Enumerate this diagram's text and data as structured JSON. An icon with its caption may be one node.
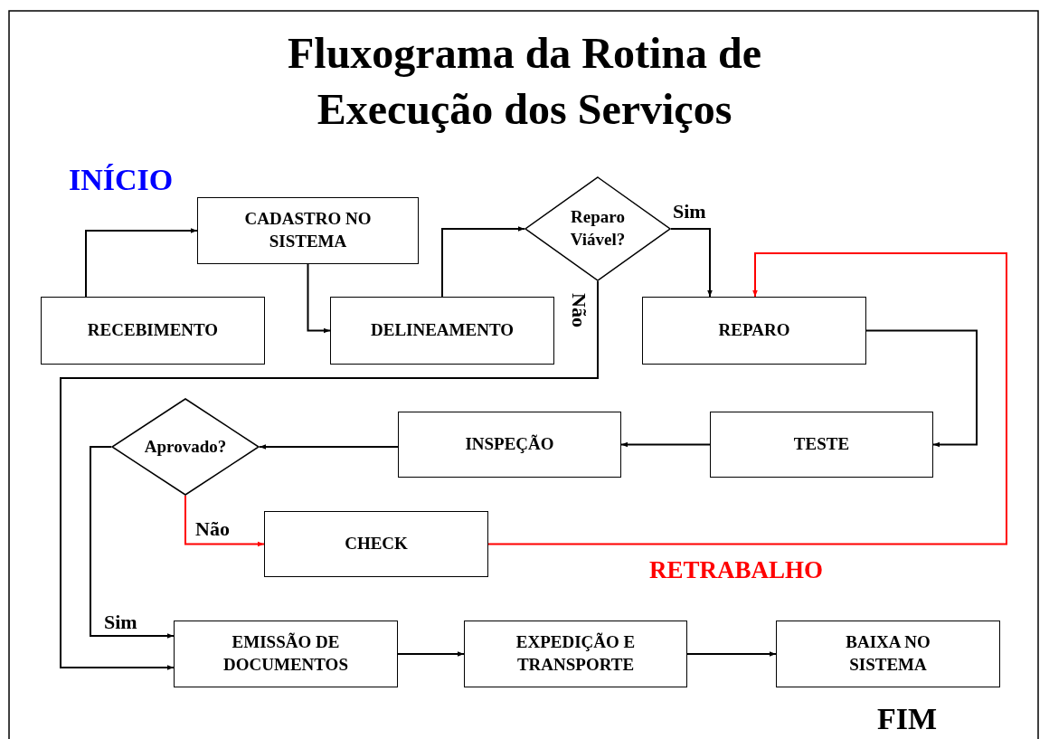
{
  "diagram": {
    "title": "Fluxograma da Rotina de Execução dos Serviços",
    "nodes": [
      {
        "text": [
          "RECEBIMENTO"
        ]
      },
      {
        "text": [
          "CADASTRO NO SISTEMA"
        ]
      },
      {
        "text": [
          "DELINEAMENTO"
        ]
      },
      {
        "text": [
          "Reparo Viável?"
        ]
      },
      {
        "text": [
          "REPARO"
        ]
      },
      {
        "text": [
          "TESTE"
        ]
      },
      {
        "text": [
          "INSPEÇÃO"
        ]
      },
      {
        "text": [
          "Aprovado?"
        ]
      },
      {
        "text": [
          "CHECK"
        ]
      },
      {
        "text": [
          "EMISSÃO DE DOCUMENTOS"
        ]
      },
      {
        "text": [
          "EXPEDIÇÃO E TRANSPORTE"
        ]
      },
      {
        "text": [
          "BAIXA NO SISTEMA"
        ]
      }
    ],
    "edges": [
      {
        "from": 0,
        "to": 1,
        "arrow": "to"
      },
      {
        "from": 1,
        "to": 2,
        "arrow": "to"
      },
      {
        "from": 2,
        "to": 3,
        "arrow": "to"
      },
      {
        "from": 3,
        "to": 4,
        "arrow": "to",
        "label": "Sim"
      },
      {
        "from": 3,
        "to": 9,
        "arrow": "to",
        "label": "Não"
      },
      {
        "from": 4,
        "to": 5,
        "arrow": "to"
      },
      {
        "from": 5,
        "to": 6,
        "arrow": "to"
      },
      {
        "from": 6,
        "to": 7,
        "arrow": "to"
      },
      {
        "from": 7,
        "to": 8,
        "arrow": "to",
        "label": "Não",
        "color": "#ff0000"
      },
      {
        "from": 7,
        "to": 9,
        "arrow": "to",
        "label": "Sim"
      },
      {
        "from": 8,
        "to": 4,
        "arrow": "to",
        "color": "#ff0000"
      },
      {
        "from": 9,
        "to": 10,
        "arrow": "to"
      },
      {
        "from": 10,
        "to": 11,
        "arrow": "to"
      }
    ],
    "labels": [
      "INÍCIO",
      "RETRABALHO",
      "FIM"
    ]
  }
}
